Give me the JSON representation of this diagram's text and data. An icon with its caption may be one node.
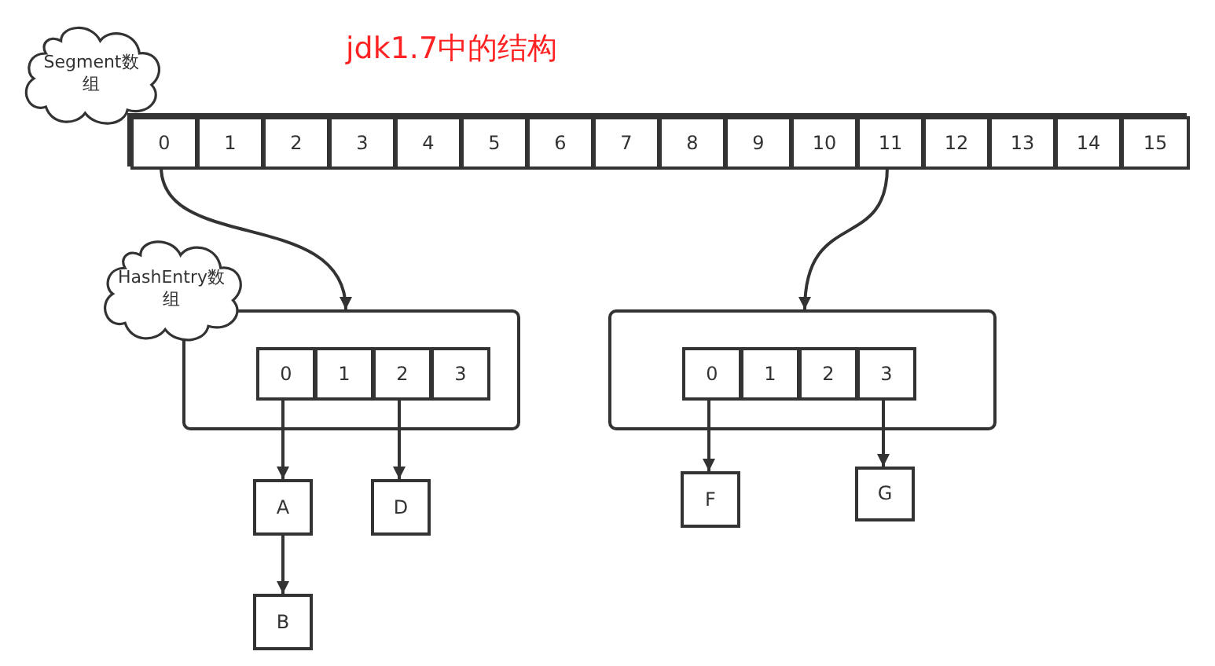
{
  "diagram": {
    "title": "jdk1.7中的结构",
    "nodes": [
      {
        "text": [
          "Segment数组"
        ]
      },
      {
        "text": [],
        "shape": "bar"
      },
      {
        "text": [
          "0"
        ],
        "in": 1
      },
      {
        "text": [
          "1"
        ],
        "in": 1
      },
      {
        "text": [
          "2"
        ],
        "in": 1
      },
      {
        "text": [
          "3"
        ],
        "in": 1
      },
      {
        "text": [
          "4"
        ],
        "in": 1
      },
      {
        "text": [
          "5"
        ],
        "in": 1
      },
      {
        "text": [
          "6"
        ],
        "in": 1
      },
      {
        "text": [
          "7"
        ],
        "in": 1
      },
      {
        "text": [
          "8"
        ],
        "in": 1
      },
      {
        "text": [
          "9"
        ],
        "in": 1
      },
      {
        "text": [
          "10"
        ],
        "in": 1
      },
      {
        "text": [
          "11"
        ],
        "in": 1
      },
      {
        "text": [
          "12"
        ],
        "in": 1
      },
      {
        "text": [
          "13"
        ],
        "in": 1
      },
      {
        "text": [
          "14"
        ],
        "in": 1
      },
      {
        "text": [
          "15"
        ],
        "in": 1
      },
      {
        "text": [
          "HashEntry数组"
        ]
      },
      {
        "text": [],
        "shape": "box"
      },
      {
        "text": [
          "0"
        ],
        "in": 19
      },
      {
        "text": [
          "1"
        ],
        "in": 19
      },
      {
        "text": [
          "2"
        ],
        "in": 19
      },
      {
        "text": [
          "3"
        ],
        "in": 19
      },
      {
        "text": [],
        "shape": "box"
      },
      {
        "text": [
          "0"
        ],
        "in": 24
      },
      {
        "text": [
          "1"
        ],
        "in": 24
      },
      {
        "text": [
          "2"
        ],
        "in": 24
      },
      {
        "text": [
          "3"
        ],
        "in": 24
      },
      {
        "text": [
          "A"
        ]
      },
      {
        "text": [
          "D"
        ]
      },
      {
        "text": [
          "F"
        ]
      },
      {
        "text": [
          "G"
        ]
      },
      {
        "text": [
          "B"
        ]
      }
    ],
    "edges": [
      {
        "from": 2,
        "to": 19,
        "arrow": "to"
      },
      {
        "from": 13,
        "to": 24,
        "arrow": "to"
      },
      {
        "from": 20,
        "to": 29,
        "arrow": "to"
      },
      {
        "from": 22,
        "to": 30,
        "arrow": "to"
      },
      {
        "from": 29,
        "to": 33,
        "arrow": "to"
      },
      {
        "from": 25,
        "to": 31,
        "arrow": "to"
      },
      {
        "from": 28,
        "to": 32,
        "arrow": "to"
      }
    ]
  }
}
